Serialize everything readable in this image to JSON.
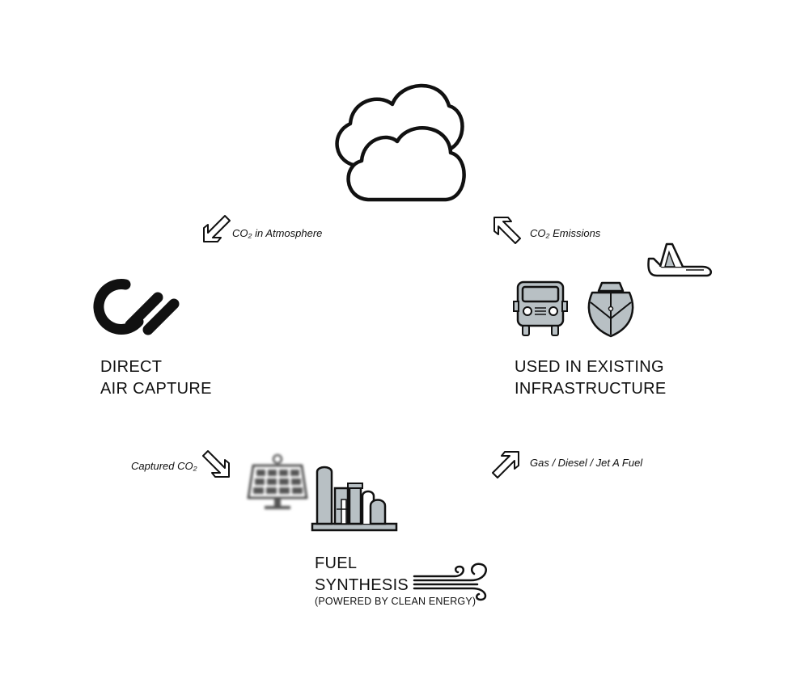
{
  "nodes": {
    "atmosphere": {
      "icon": "cloud-icon"
    },
    "direct_air_capture": {
      "line1": "DIRECT",
      "line2": "AIR CAPTURE",
      "icon": "carbon-engineering-logo-icon"
    },
    "infrastructure": {
      "line1": "USED IN EXISTING",
      "line2": "INFRASTRUCTURE",
      "icons": [
        "truck-icon",
        "ship-icon",
        "airplane-icon"
      ]
    },
    "fuel_synthesis": {
      "line1": "FUEL",
      "line2": "SYNTHESIS",
      "line3": "(POWERED BY CLEAN ENERGY)",
      "icons": [
        "solar-panel-icon",
        "factory-icon",
        "wind-icon"
      ]
    }
  },
  "flows": {
    "co2_in_atmosphere": "CO₂ in Atmosphere",
    "co2_emissions": "CO₂ Emissions",
    "captured_co2": "Captured CO₂",
    "fuels": "Gas / Diesel / Jet A Fuel"
  },
  "colors": {
    "stroke": "#111111",
    "fill_gray": "#b8c0c4"
  }
}
